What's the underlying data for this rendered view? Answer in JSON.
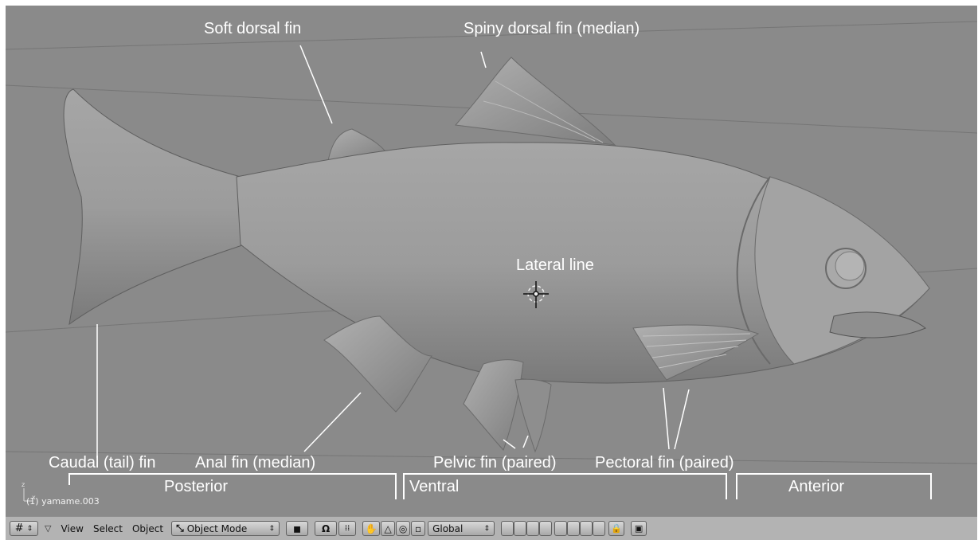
{
  "labels": {
    "soft_dorsal": "Soft dorsal fin",
    "spiny_dorsal": "Spiny dorsal fin (median)",
    "lateral": "Lateral line",
    "caudal": "Caudal (tail) fin",
    "anal": "Anal fin (median)",
    "pelvic": "Pelvic fin (paired)",
    "pectoral": "Pectoral fin (paired)"
  },
  "regions": {
    "posterior": "Posterior",
    "ventral": "Ventral",
    "anterior": "Anterior"
  },
  "viewport": {
    "object_info": "(1) yamame.003",
    "axis_z": "z",
    "axis_x": "x"
  },
  "toolbar": {
    "view": "View",
    "select": "Select",
    "object": "Object",
    "mode": "Object Mode",
    "orientation": "Global"
  },
  "colors": {
    "viewport_bg": "#8a8a8a",
    "fish_body": "#9a9a9a",
    "toolbar_bg": "#b3b3b3"
  }
}
